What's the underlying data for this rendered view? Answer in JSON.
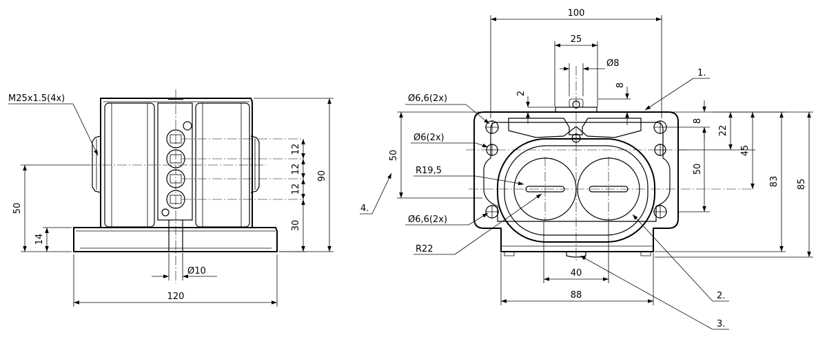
{
  "side_view": {
    "thread_label": "M25x1.5(4x)",
    "dim_width": "120",
    "dim_height_total": "90",
    "dim_height_axis": "50",
    "dim_base": "14",
    "dim_bottom_hole": "30",
    "dim_pitch_1": "12",
    "dim_pitch_2": "12",
    "dim_pitch_3": "12",
    "dim_shaft_prefix": "Ø",
    "dim_shaft": "10"
  },
  "front_view": {
    "dim_top": "100",
    "dim_slot": "25",
    "dim_pin_prefix": "Ø",
    "dim_pin": "8",
    "dim_2": "2",
    "dim_8_top": "8",
    "dim_hole_top_prefix": "Ø",
    "dim_hole_top": "6,6(2x)",
    "dim_hole_mid_prefix": "Ø",
    "dim_hole_mid": "6(2x)",
    "dim_hole_bot_prefix": "Ø",
    "dim_hole_bot": "6,6(2x)",
    "dim_left_50": "50",
    "dim_r19": "R19,5",
    "dim_r22": "R22",
    "dim_40": "40",
    "dim_88": "88",
    "dim_right_8": "8",
    "dim_right_22": "22",
    "dim_right_45": "45",
    "dim_right_50": "50",
    "dim_right_83": "83",
    "dim_right_85": "85",
    "callout_1": "1.",
    "callout_2": "2.",
    "callout_3": "3.",
    "callout_4": "4."
  }
}
